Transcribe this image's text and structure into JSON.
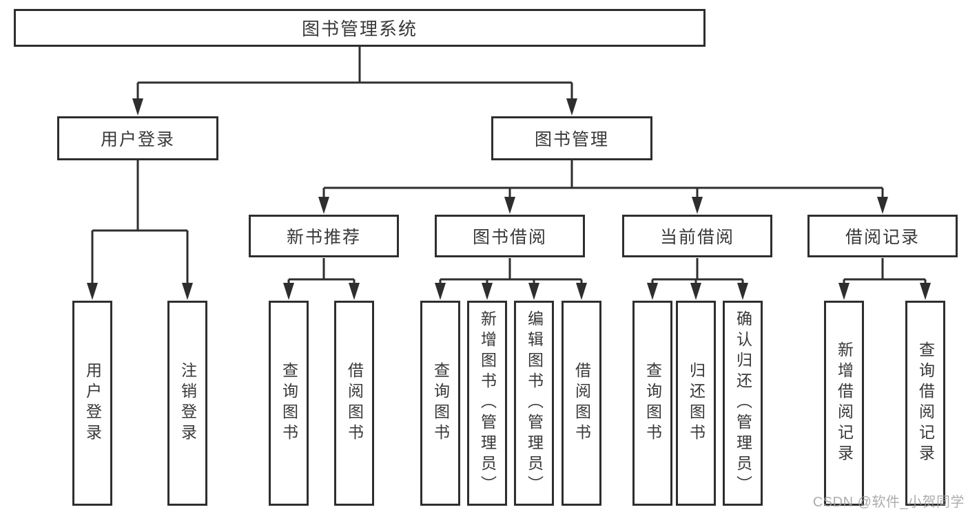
{
  "tree": {
    "root": {
      "label": "图书管理系统"
    },
    "level2": [
      {
        "label": "用户登录",
        "children": [
          "用户登录",
          "注销登录"
        ]
      },
      {
        "label": "图书管理",
        "children": [
          {
            "label": "新书推荐",
            "children": [
              "查询图书",
              "借阅图书"
            ]
          },
          {
            "label": "图书借阅",
            "children": [
              "查询图书",
              "新增图书（管理员）",
              "编辑图书（管理员）",
              "借阅图书"
            ]
          },
          {
            "label": "当前借阅",
            "children": [
              "查询图书",
              "归还图书",
              "确认归还（管理员）"
            ]
          },
          {
            "label": "借阅记录",
            "children": [
              "新增借阅记录",
              "查询借阅记录"
            ]
          }
        ]
      }
    ]
  },
  "watermark": {
    "text": "CSDN @软件_小贺同学"
  },
  "colors": {
    "line": "#2e2e2e",
    "box_border": "#2e2e2e",
    "box_background": "#ffffff",
    "text": "#383838",
    "watermark": "#9e9e9e",
    "page_background": "#ffffff"
  }
}
